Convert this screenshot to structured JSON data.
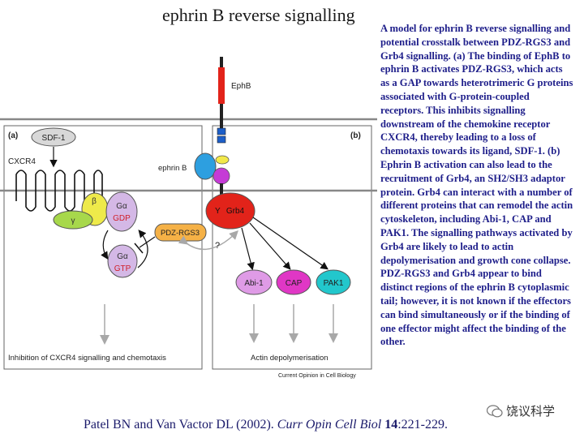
{
  "title": "ephrin B reverse signalling",
  "caption": "A model for ephrin B reverse signalling and potential crosstalk between PDZ-RGS3 and Grb4 signalling. (a) The binding of EphB to ephrin B activates PDZ-RGS3, which acts as a GAP towards heterotrimeric G proteins associated with G-protein-coupled receptors. This inhibits signalling downstream of the chemokine receptor CXCR4, thereby leading to a loss of chemotaxis towards its ligand, SDF-1. (b) Ephrin B activation can also lead to the recruitment of Grb4, an SH2/SH3 adaptor protein. Grb4 can interact with a number of different proteins that can remodel the actin cytoskeleton, including Abi-1, CAP and PAK1. The signalling pathways activated by Grb4 are likely to lead to actin depolymerisation and growth cone collapse. PDZ-RGS3 and Grb4 appear to bind distinct regions of the ephrin B cytoplasmic tail; however, it is not known if the effectors can bind simultaneously or if the binding of one effector might affect the binding of the other.",
  "citation": {
    "authors": "Patel BN and Van Vactor DL (2002).",
    "journal": "Curr Opin Cell Biol",
    "volume": "14",
    "pages": ":221-229."
  },
  "watermark": "饶议科学",
  "diagram": {
    "panel_a_label": "(a)",
    "panel_b_label": "(b)",
    "sdf1": "SDF-1",
    "cxcr4": "CXCR4",
    "beta": "β",
    "gamma": "γ",
    "g_alpha_top": "Gα",
    "gdp": "GDP",
    "g_alpha_bottom": "Gα",
    "gtp": "GTP",
    "pdz_rgs3": "PDZ-RGS3",
    "ephb": "EphB",
    "ephrin_b": "ephrin B",
    "y_label": "Y",
    "grb4": "Grb4",
    "question": "?",
    "abi1": "Abi-1",
    "cap": "CAP",
    "pak1": "PAK1",
    "panel_a_footer": "Inhibition of CXCR4 signalling and chemotaxis",
    "panel_b_footer": "Actin depolymerisation",
    "journal_tag": "Current Opinion in Cell Biology"
  }
}
